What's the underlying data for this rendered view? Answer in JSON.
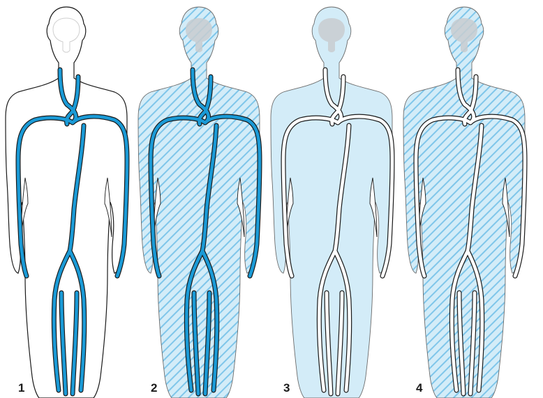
{
  "panels": [
    {
      "number": "1",
      "body_fill": "none",
      "hatched": false,
      "vessel_fill": "blue"
    },
    {
      "number": "2",
      "body_fill": "light",
      "hatched": true,
      "vessel_fill": "blue"
    },
    {
      "number": "3",
      "body_fill": "light",
      "hatched": false,
      "vessel_fill": "white"
    },
    {
      "number": "4",
      "body_fill": "light",
      "hatched": true,
      "vessel_fill": "white"
    }
  ],
  "colors": {
    "vessel_blue": "#1a9ad6",
    "body_light_blue": "#d3ecf8",
    "hatch_blue": "#7fc6ea",
    "brain_gray": "#c8cdd0",
    "outline_dark": "#1a1a1a",
    "outline_light": "#6b6b6b"
  }
}
